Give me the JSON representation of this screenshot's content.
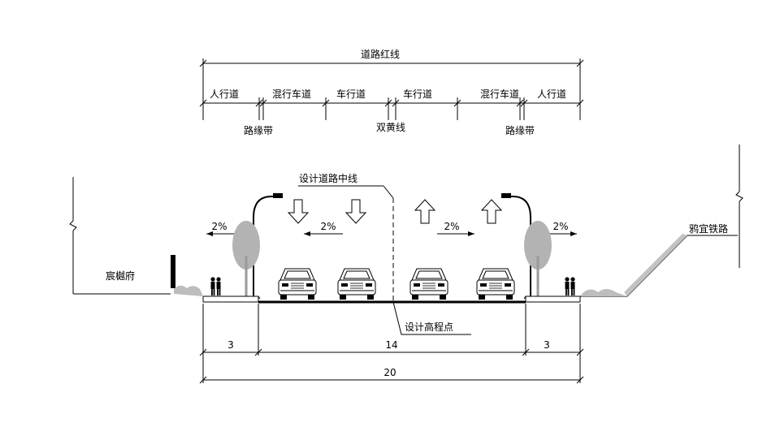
{
  "red_line": "道路红线",
  "lanes": {
    "sidewalk_left": "人行道",
    "mixed_left": "混行车道",
    "car_left": "车行道",
    "car_right": "车行道",
    "mixed_right": "混行车道",
    "sidewalk_right": "人行道"
  },
  "curb_left": "路缘带",
  "double_yellow": "双黄线",
  "curb_right": "路缘带",
  "centerline_label": "设计道路中线",
  "elevation_label": "设计高程点",
  "slopes": {
    "sidewalk_left": "2%",
    "carriageway_left": "2%",
    "carriageway_right": "2%",
    "sidewalk_right": "2%"
  },
  "left_landmark": "宸樾府",
  "right_landmark": "鸦宜铁路",
  "dims": {
    "left_sidewalk": "3",
    "carriageway": "14",
    "right_sidewalk": "3",
    "total": "20"
  }
}
